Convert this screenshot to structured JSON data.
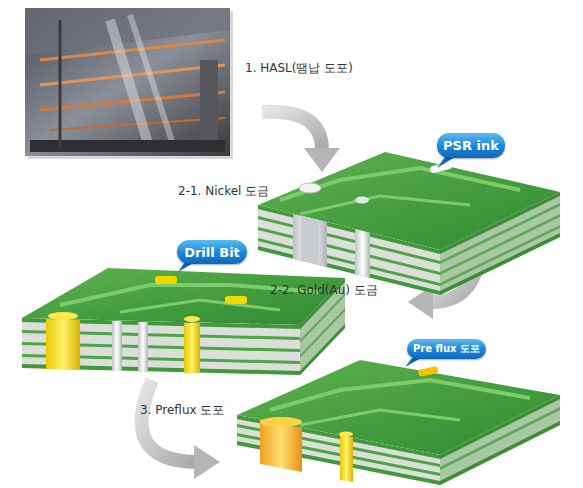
{
  "diagram": {
    "nodes": [
      {
        "text": [
          "PSR ink"
        ]
      },
      {
        "text": [
          "Drill Bit"
        ]
      },
      {
        "text": [
          "Pre flux 도포"
        ]
      }
    ],
    "labels": [
      "1. HASL(땜납 도포)",
      "2-1. Nickel 도금",
      "2-2. Gold(Au) 도금",
      "3. Preflux 도포"
    ]
  }
}
